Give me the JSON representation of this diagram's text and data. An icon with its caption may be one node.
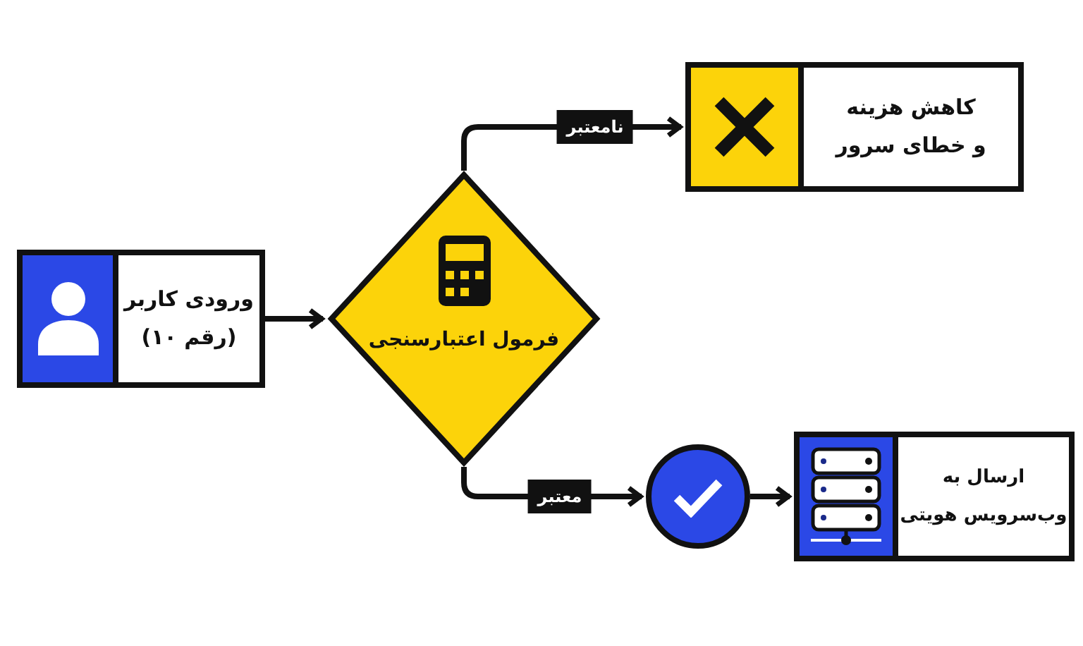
{
  "diagram": {
    "nodes": [
      {
        "text": [
          "ورودی کاربر (۱۰ رقم)"
        ]
      },
      {
        "text": [
          "فرمول اعتبارسنجی"
        ]
      },
      {
        "text": [
          "کاهش هزینه و خطای سرور"
        ]
      },
      {
        "text": [],
        "shape": "circle"
      },
      {
        "text": [
          "ارسال به وب‌سرویس هویتی"
        ]
      }
    ],
    "edges": [
      {
        "from": 0,
        "to": 1,
        "arrow": "to"
      },
      {
        "from": 1,
        "to": 2,
        "label": "نامعتبر",
        "arrow": "to"
      },
      {
        "from": 1,
        "to": 3,
        "label": "معتبر",
        "arrow": "to"
      },
      {
        "from": 3,
        "to": 4,
        "arrow": "to"
      }
    ]
  }
}
